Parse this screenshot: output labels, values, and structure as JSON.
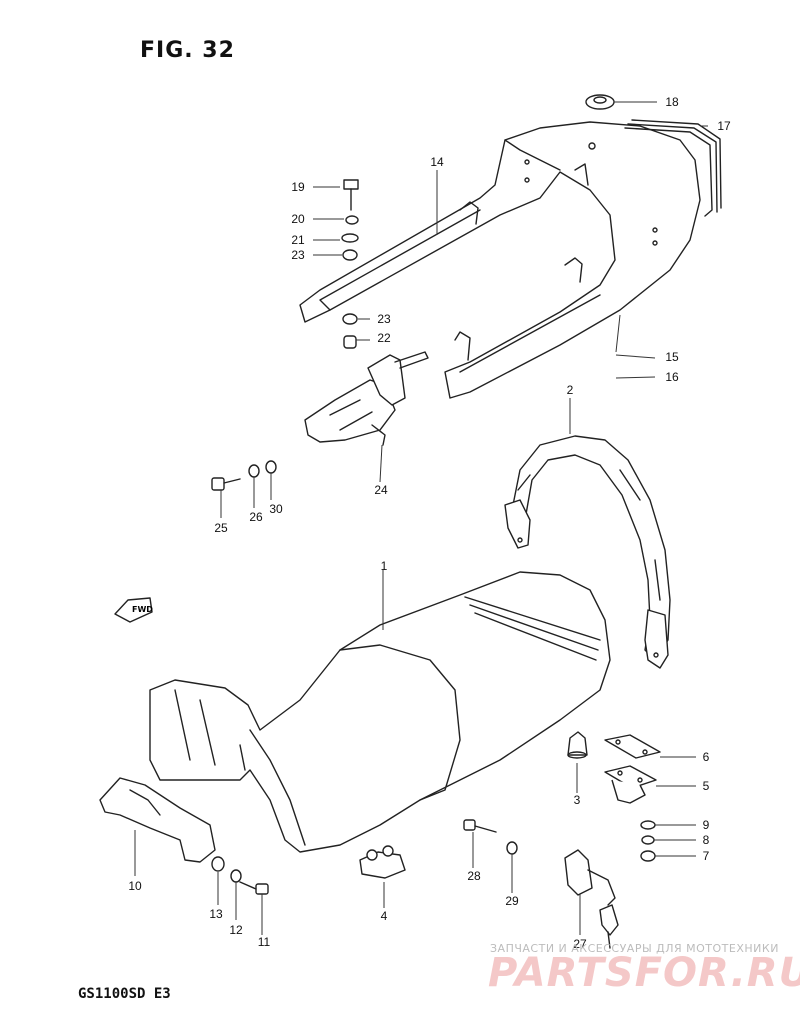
{
  "figure": {
    "title": "FIG. 32",
    "model": "GS1100SD  E3"
  },
  "watermark": {
    "tagline": "ЗАПЧАСТИ И АКСЕССУАРЫ ДЛЯ МОТОТЕХНИКИ",
    "logo": "PARTSFOR.RU",
    "logo_color": "#f4c8c8"
  },
  "fwd_label": "FWD",
  "callouts": [
    "1",
    "2",
    "3",
    "4",
    "5",
    "6",
    "7",
    "8",
    "9",
    "10",
    "11",
    "12",
    "13",
    "14",
    "15",
    "16",
    "17",
    "18",
    "19",
    "20",
    "21",
    "22",
    "23",
    "23",
    "24",
    "25",
    "26",
    "27",
    "28",
    "29",
    "30"
  ]
}
